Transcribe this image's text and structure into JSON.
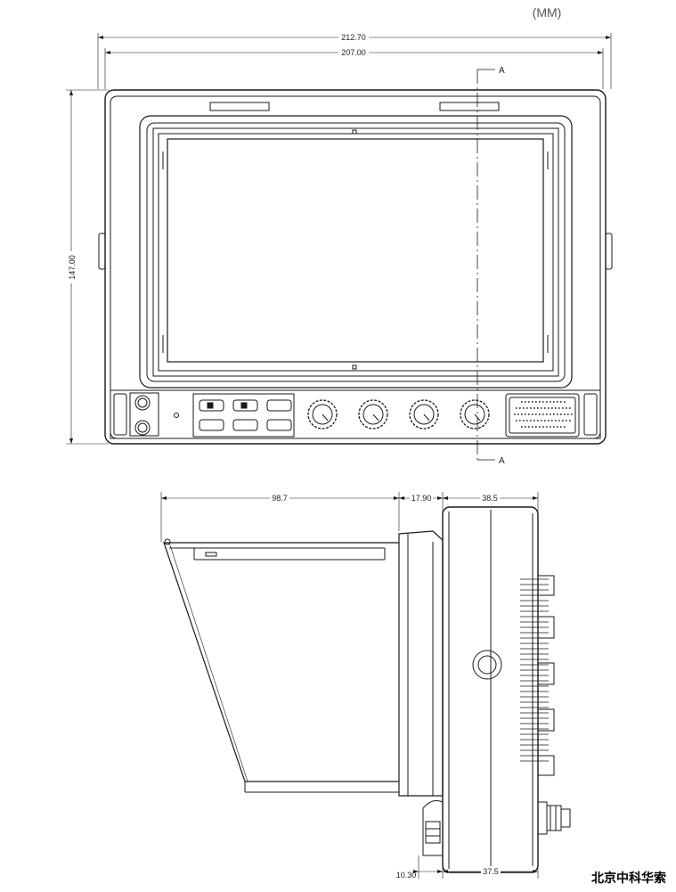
{
  "units": "(MM)",
  "front_view": {
    "dim_overall_width": "212.70",
    "dim_inner_width": "207.00",
    "dim_height": "147.00",
    "section_marker_top": "A",
    "section_marker_bottom": "A"
  },
  "side_view": {
    "dim_hood_depth": "98.7",
    "dim_bezel_depth": "17.90",
    "dim_body_depth_top": "38.5",
    "dim_stand_offset": "10.30",
    "dim_body_depth_bottom": "37.5"
  },
  "brand_text": "北京中科华索",
  "colors": {
    "line": "#1a1a1a",
    "background": "#ffffff"
  }
}
